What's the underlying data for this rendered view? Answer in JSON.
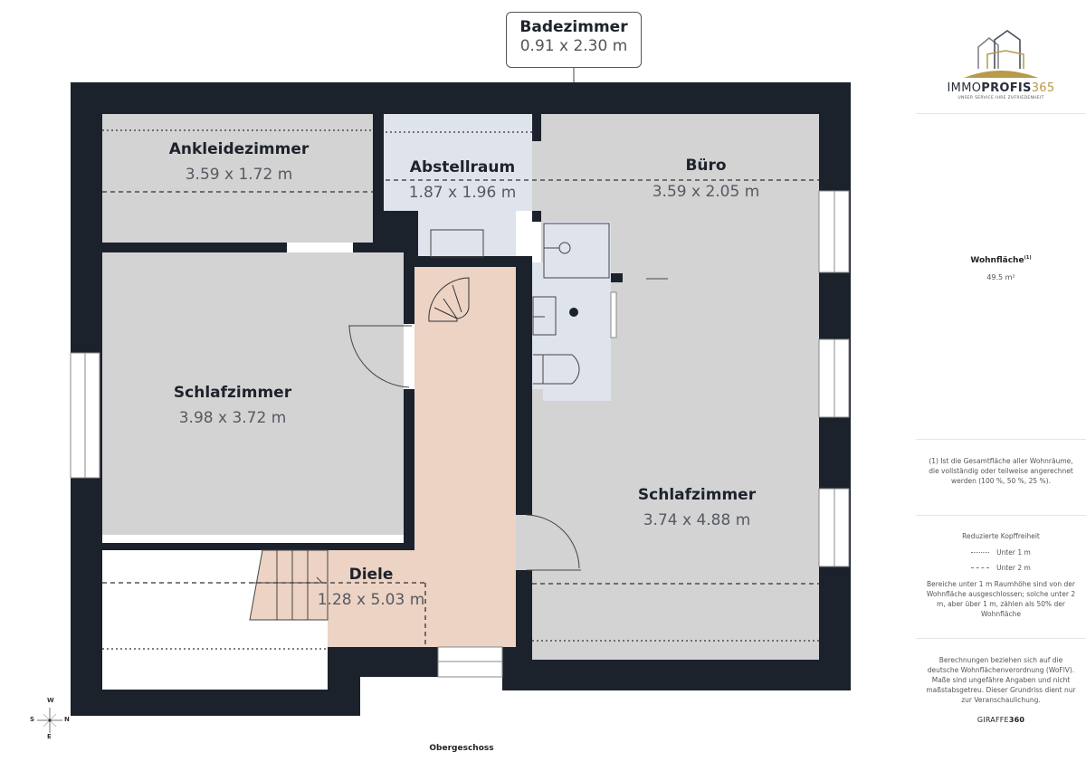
{
  "plan": {
    "floor_label": "Obergeschoss",
    "colors": {
      "wall": "#1c222c",
      "room_grey": "#d3d3d3",
      "room_bluegrey": "#dfe3ec",
      "hall_peach": "#ecd3c4",
      "text_dark": "#1d222b",
      "text_dims": "#555a62",
      "brand_gold": "#b79a4a"
    },
    "rooms": [
      {
        "name": "Ankleidezimmer",
        "dims": "3.59 x 1.72 m"
      },
      {
        "name": "Abstellraum",
        "dims": "1.87 x 1.96 m"
      },
      {
        "name": "Büro",
        "dims": "3.59 x 2.05 m"
      },
      {
        "name": "Schlafzimmer",
        "dims": "3.98 x 3.72 m"
      },
      {
        "name": "Schlafzimmer",
        "dims": "3.74 x 4.88 m"
      },
      {
        "name": "Diele",
        "dims": "1.28 x 5.03 m"
      }
    ],
    "callout": {
      "name": "Badezimmer",
      "dims": "0.91 x 2.30 m"
    },
    "compass": {
      "n": "N",
      "s": "S",
      "e": "E",
      "w": "W"
    }
  },
  "sidebar": {
    "logo": {
      "part1": "IMMO",
      "part2": "PROFIS",
      "part3": "365",
      "tagline": "UNSER SERVICE IHRE ZUFRIEDENHEIT"
    },
    "area": {
      "title": "Wohnfläche",
      "footnote_mark": "(1)",
      "value": "49.5 m²"
    },
    "area_note": "(1) Ist die Gesamtfläche aller Wohnräume, die vollständig oder teilweise angerechnet werden (100 %, 50 %, 25 %).",
    "legend": {
      "title": "Reduzierte Kopffreiheit",
      "items": [
        {
          "style": "dotted",
          "label": "Unter 1 m"
        },
        {
          "style": "dashed",
          "label": "Unter 2 m"
        }
      ],
      "note": "Bereiche unter 1 m Raumhöhe sind von der Wohnfläche ausgeschlossen; solche unter 2 m, aber über 1 m, zählen als 50% der Wohnfläche"
    },
    "calc_note": "Berechnungen beziehen sich auf die deutsche Wohnflächenverordnung (WoFlV). Maße sind ungefähre Angaben und nicht maßstabsgetreu. Dieser Grundriss dient nur zur Veranschaulichung.",
    "brand": {
      "part1": "GIRAFFE",
      "part2": "360"
    }
  }
}
